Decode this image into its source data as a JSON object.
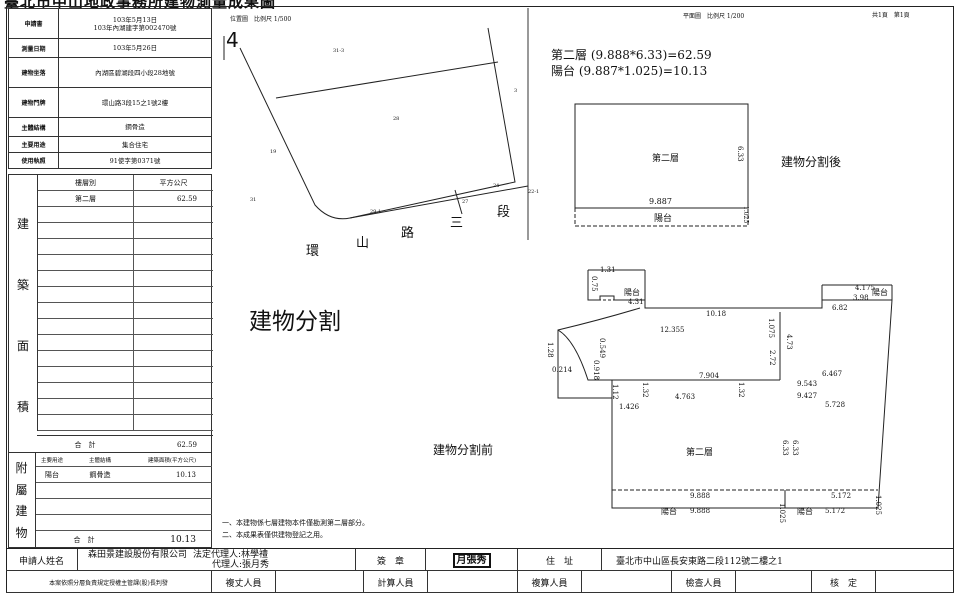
{
  "header": {
    "title": "臺北市中山地政事務所建物測量成果圖",
    "location_scale_label": "位置圖　比例尺 1/500",
    "floor_plan_scale_label": "平面圖　比例尺 1/200",
    "page_label": "共1頁　第1頁"
  },
  "info_table": {
    "rows": [
      {
        "label": "申請書",
        "value": "103年5月13日\n103年內湖建字第002470號"
      },
      {
        "label": "測量日期",
        "value": "103年5月26日"
      },
      {
        "label": "建物坐落",
        "value": "內湖區碧湖段四小段28地號"
      },
      {
        "label": "建物門牌",
        "value": "環山路3段15之1號2樓"
      },
      {
        "label": "主體結構",
        "value": "鋼骨造"
      },
      {
        "label": "主要用途",
        "value": "集合住宅"
      },
      {
        "label": "使用執照",
        "value": "91使字第0371號"
      }
    ]
  },
  "area_table": {
    "header_floor": "樓層別",
    "header_area": "平方公尺",
    "section_label": "建築面積",
    "rows": [
      {
        "floor": "第二層",
        "area": "62.59"
      }
    ],
    "total_label": "合　計",
    "total_value": "62.59"
  },
  "attach_table": {
    "section_label": "附屬建物",
    "headers": [
      "主要用途",
      "主體結構",
      "建築面積(平方公尺)"
    ],
    "rows": [
      {
        "use": "陽台",
        "structure": "鋼骨造",
        "area": "10.13"
      }
    ],
    "total_label": "合　計",
    "total_value": "10.13"
  },
  "site_map": {
    "north_mark": "4",
    "lot_labels": [
      "31-3",
      "3",
      "28",
      "19",
      "24",
      "22-1",
      "27",
      "29-1",
      "31"
    ],
    "road_name": [
      "環",
      "山",
      "路",
      "三",
      "段"
    ]
  },
  "calc": {
    "line1": "第二層 (9.888*6.33)=62.59",
    "line2": "陽台 (9.887*1.025)=10.13"
  },
  "after_plan": {
    "caption": "建物分割後",
    "floor": "第二層",
    "width": "9.887",
    "height": "6.33",
    "balcony": "陽台",
    "balcony_depth": "1.025"
  },
  "big_caption": "建物分割",
  "before_plan": {
    "caption": "建物分割前",
    "floor": "第二層",
    "balcony_left": "陽台",
    "balcony_right_top": "陽台",
    "balcony_bottom_left": "陽台",
    "balcony_bottom_right": "陽台",
    "dims": [
      "1.31",
      "0.75",
      "4.31",
      "10.18",
      "1.075",
      "4.175",
      "3.98",
      "6.82",
      "12.355",
      "0.214",
      "7.904",
      "2.72",
      "4.73",
      "6.467",
      "1.28",
      "1.12",
      "1.32",
      "4.763",
      "1.32",
      "9.543",
      "9.427",
      "1.426",
      "5.728",
      "0.918",
      "0.549",
      "9.888",
      "6.33",
      "6.33",
      "5.172",
      "9.888",
      "1.025",
      "5.172",
      "1.025"
    ]
  },
  "notes": [
    "一、本建物係七層建物本件僅勘測第二層部分。",
    "二、本成果表僅供建物登記之用。"
  ],
  "stamp": "月張秀",
  "footer": {
    "applicant_label": "申請人姓名",
    "applicant": "森田景建設股份有限公司",
    "agent_label": "法定代理人:林學禮",
    "agent2": "代理人:張月秀",
    "seal_label": "簽　章",
    "address_label": "住　址",
    "address": "臺北市中山區長安東路二段112號二樓之1",
    "note_bottom": "本案依照分層負責規定授權主管課(股)長判發",
    "drafter": "複丈人員",
    "calc_person": "計算人員",
    "checker": "複算人員",
    "inspector": "檢查人員",
    "approve": "核　定"
  }
}
